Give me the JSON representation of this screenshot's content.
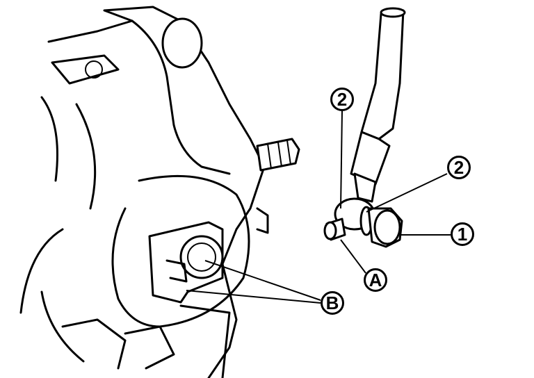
{
  "callouts": {
    "bolt_seal_upper": "2",
    "bolt_seal_lower": "2",
    "union_bolt": "1",
    "hose_fitting": "A",
    "caliper_guide": "B"
  }
}
